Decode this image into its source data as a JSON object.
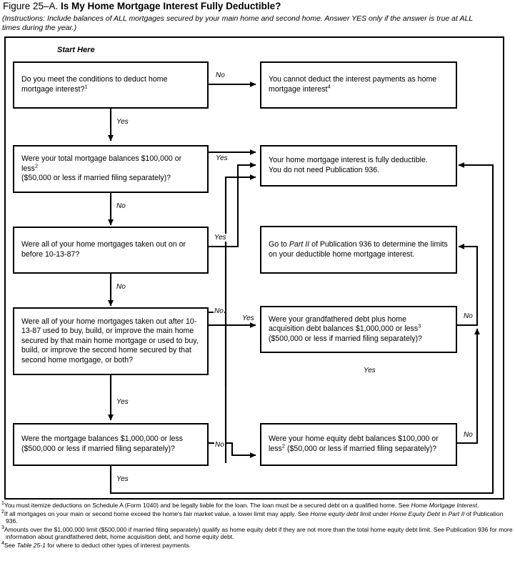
{
  "header": {
    "figure_number": "Figure 25–A. ",
    "title": "Is My Home Mortgage Interest Fully Deductible?",
    "instructions": "(Instructions: Include balances of ALL mortgages secured by your main home and second home. Answer YES only if the answer is true at ALL times during the year.)"
  },
  "diagram": {
    "start_label": "Start Here",
    "nodes": {
      "q1": "Do you meet the conditions to deduct home mortgage interest?",
      "q1_sup": "1",
      "r1": "You cannot deduct the interest payments as home mortgage interest",
      "r1_sup": "4",
      "q2_line1": "Were your total mortgage balances $100,000 or less",
      "q2_sup": "2",
      "q2_line2": "($50,000 or less if married filing separately)?",
      "r2_line1": "Your home mortgage interest is fully deductible.",
      "r2_line2": "You do not need Publication 936.",
      "q3": "Were all of your home mortgages taken out on or before 10-13-87?",
      "r3_pre": "Go to ",
      "r3_italic": "Part II",
      "r3_post": " of Publication 936 to determine the limits on your deductible home mortgage interest.",
      "q4": "Were all of your home mortgages taken out after 10-13-87 used to buy, build, or improve the main home secured by that main home mortgage or used to buy, build, or improve the second home secured by that second home mortgage, or both?",
      "q5_line1": "Were your grandfathered debt plus home",
      "q5_line2": "acquisition debt balances $1,000,000 or less",
      "q5_sup": "3",
      "q5_line3": "($500,000 or less if married filing separately)?",
      "q6_line1": "Were the mortgage balances $1,000,000 or less",
      "q6_line2": "($500,000 or less if married filing separately)?",
      "q7_line1": "Were your home equity debt balances $100,000 or",
      "q7_line2_pre": "less",
      "q7_sup": "2",
      "q7_line2_post": " ($50,000 or less if married filing separately)?"
    },
    "edge_labels": {
      "q1_no": "No",
      "q1_yes": "Yes",
      "q2_yes": "Yes",
      "q2_no": "No",
      "q3_yes": "Yes",
      "q3_no": "No",
      "q4_no": "No",
      "q4_yes_right": "Yes",
      "q4_yes_down": "Yes",
      "q5_no": "No",
      "q5_yes": "Yes",
      "q6_no": "No",
      "q6_yes": "Yes",
      "q7_no": "No"
    }
  },
  "footnotes": [
    {
      "marker": "1",
      "parts": [
        {
          "text": "You must itemize deductions on Schedule A (Form 1040) and be legally liable for the loan. The loan must be a secured debt on a qualified home. See ",
          "italic": false
        },
        {
          "text": "Home Mortgage Interest",
          "italic": true
        },
        {
          "text": ".",
          "italic": false
        }
      ]
    },
    {
      "marker": "2",
      "parts": [
        {
          "text": "If all mortgages on your main or second home exceed the home's fair market value, a lower limit may apply. See ",
          "italic": false
        },
        {
          "text": "Home equity debt limit",
          "italic": true
        },
        {
          "text": " under ",
          "italic": false
        },
        {
          "text": "Home Equity Debt",
          "italic": true
        },
        {
          "text": " in ",
          "italic": false
        },
        {
          "text": "Part II",
          "italic": true
        },
        {
          "text": " of Publication 936.",
          "italic": false
        }
      ]
    },
    {
      "marker": "3",
      "parts": [
        {
          "text": "Amounts over the $1,000,000 limit ($500,000 if married filing separately) qualify as home equity debt if they are not more than the total home equity debt limit. See Publication 936 for more information about grandfathered debt, home acquisition debt, and home equity debt.",
          "italic": false
        }
      ]
    },
    {
      "marker": "4",
      "parts": [
        {
          "text": "See ",
          "italic": false
        },
        {
          "text": "Table 25-1",
          "italic": true
        },
        {
          "text": " for where to deduct other types of interest payments.",
          "italic": false
        }
      ]
    }
  ],
  "colors": {
    "ink": "#000000",
    "paper": "#ffffff"
  }
}
